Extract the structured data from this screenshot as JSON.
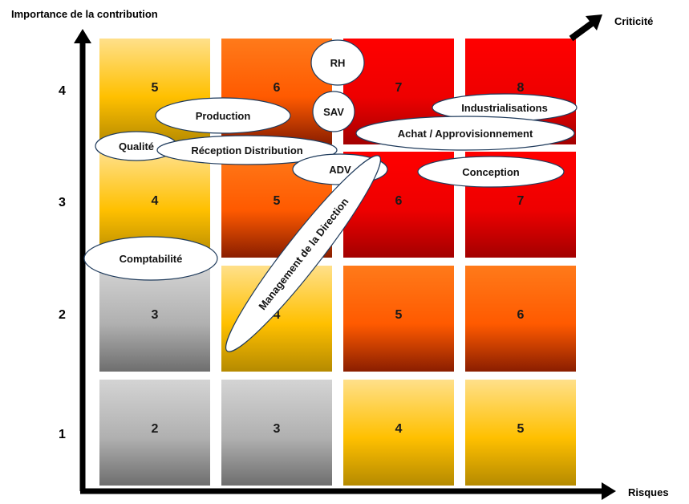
{
  "axes": {
    "y_title": "Importance de la contribution",
    "x_title": "Risques",
    "diag_title": "Criticité"
  },
  "rows": [
    {
      "label": "4",
      "cells": [
        {
          "value": "5",
          "tone": "yellow"
        },
        {
          "value": "6",
          "tone": "orange"
        },
        {
          "value": "7",
          "tone": "red"
        },
        {
          "value": "8",
          "tone": "red"
        }
      ]
    },
    {
      "label": "3",
      "cells": [
        {
          "value": "4",
          "tone": "yellow"
        },
        {
          "value": "5",
          "tone": "orange"
        },
        {
          "value": "6",
          "tone": "red"
        },
        {
          "value": "7",
          "tone": "red"
        }
      ]
    },
    {
      "label": "2",
      "cells": [
        {
          "value": "3",
          "tone": "gray"
        },
        {
          "value": "4",
          "tone": "yellow"
        },
        {
          "value": "5",
          "tone": "orange"
        },
        {
          "value": "6",
          "tone": "orange"
        }
      ]
    },
    {
      "label": "1",
      "cells": [
        {
          "value": "2",
          "tone": "gray"
        },
        {
          "value": "3",
          "tone": "gray"
        },
        {
          "value": "4",
          "tone": "yellow"
        },
        {
          "value": "5",
          "tone": "yellow"
        }
      ]
    }
  ],
  "tone_colors": {
    "yellow": [
      "#ffe08a",
      "#ffc000",
      "#b58a00"
    ],
    "orange": [
      "#ff7a1a",
      "#ff5a00",
      "#8a1e00"
    ],
    "red": [
      "#ff0000",
      "#ee0000",
      "#a30000"
    ],
    "gray": [
      "#d4d4d4",
      "#b0b0b0",
      "#6e6e6e"
    ]
  },
  "bubbles": [
    {
      "label": "RH"
    },
    {
      "label": "SAV"
    },
    {
      "label": "Production"
    },
    {
      "label": "Industrialisations"
    },
    {
      "label": "Achat / Approvisionnement"
    },
    {
      "label": "Qualité"
    },
    {
      "label": "Réception Distribution"
    },
    {
      "label": "ADV"
    },
    {
      "label": "Conception"
    },
    {
      "label": "Comptabilité"
    },
    {
      "label": "Management de la Direction"
    }
  ]
}
